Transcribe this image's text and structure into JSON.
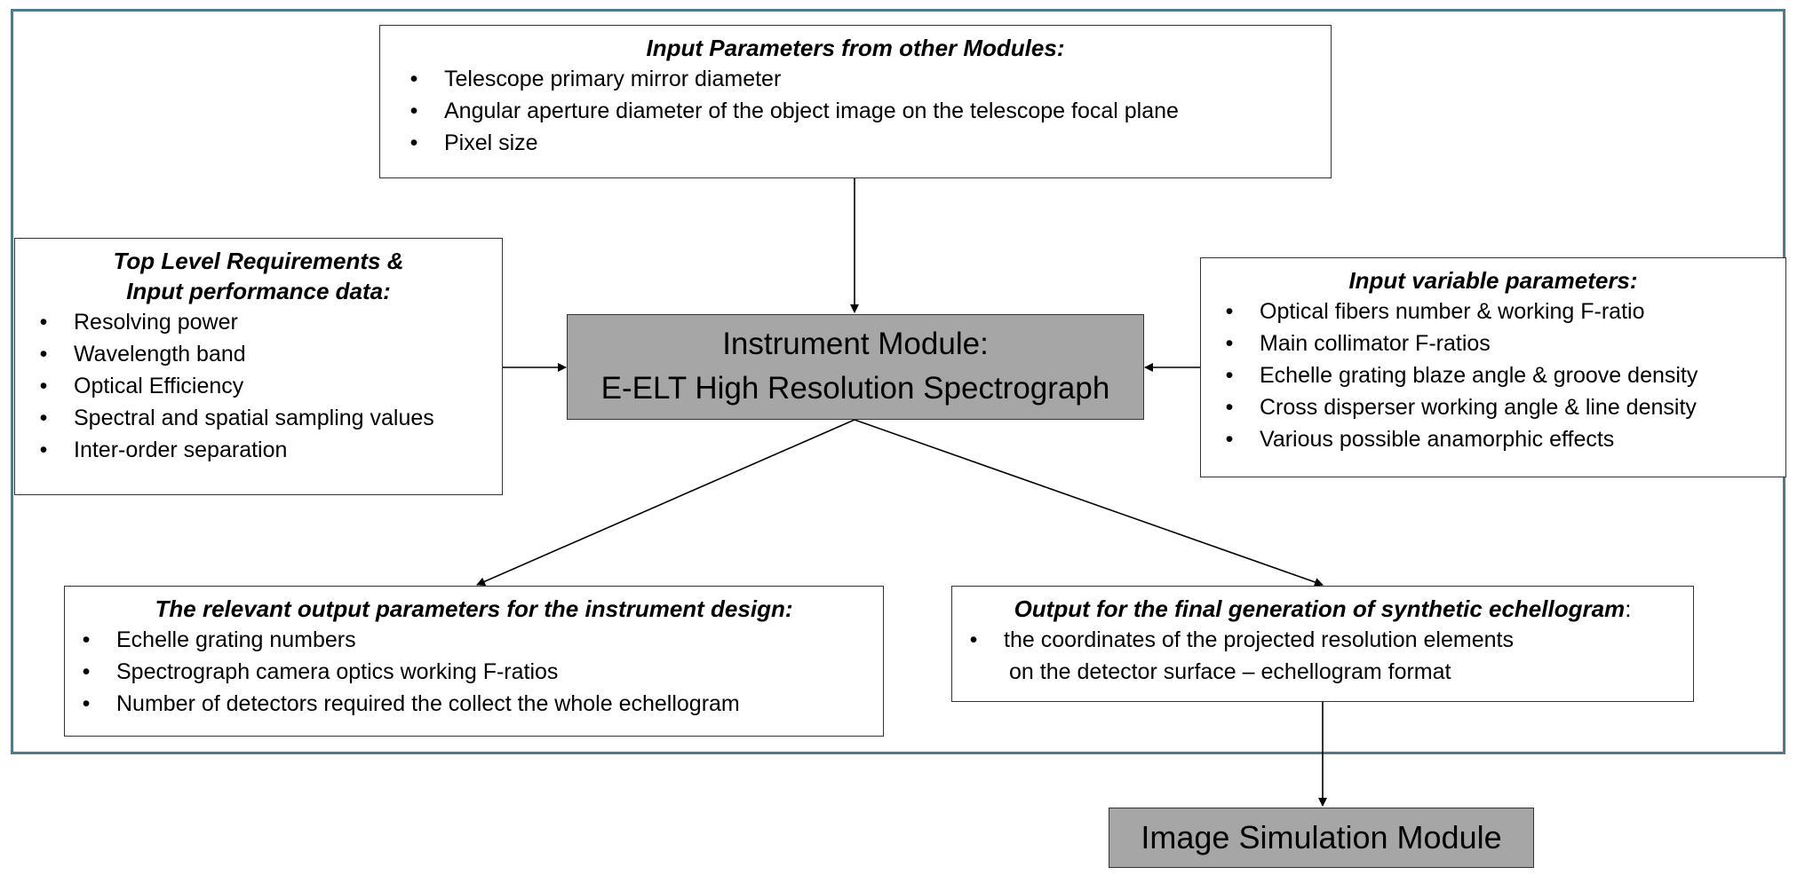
{
  "input_modules": {
    "title": "Input Parameters from other Modules:",
    "items": [
      "Telescope primary mirror diameter",
      "Angular aperture diameter of the object image on the telescope focal plane",
      "Pixel size"
    ]
  },
  "top_level": {
    "title_line1": "Top Level Requirements &",
    "title_line2": "Input performance data:",
    "items": [
      "Resolving power",
      "Wavelength band",
      "Optical Efficiency",
      "Spectral and spatial sampling values",
      "Inter-order separation"
    ]
  },
  "instrument": {
    "line1": "Instrument Module:",
    "line2": "E-ELT High Resolution Spectrograph"
  },
  "variable_params": {
    "title": "Input variable parameters:",
    "items": [
      "Optical fibers number & working F-ratio",
      "Main collimator F-ratios",
      "Echelle grating blaze angle & groove density",
      "Cross disperser working angle & line density",
      "Various possible anamorphic effects"
    ]
  },
  "design_output": {
    "title": "The relevant output parameters for the instrument design:",
    "items": [
      "Echelle grating numbers",
      "Spectrograph camera optics working F-ratios",
      "Number of detectors required the collect the whole echellogram"
    ]
  },
  "echellogram_output": {
    "title": "Output for the final generation of synthetic echellogram",
    "title_suffix": ":",
    "item_line1": "the coordinates of the projected resolution elements",
    "item_line2": "on the detector surface – echellogram format"
  },
  "image_sim": {
    "label": "Image Simulation Module"
  },
  "bullet_glyph": "•",
  "colors": {
    "frame": "#4e7b8c",
    "module_fill": "#a6a6a6",
    "box_border": "#333333"
  }
}
